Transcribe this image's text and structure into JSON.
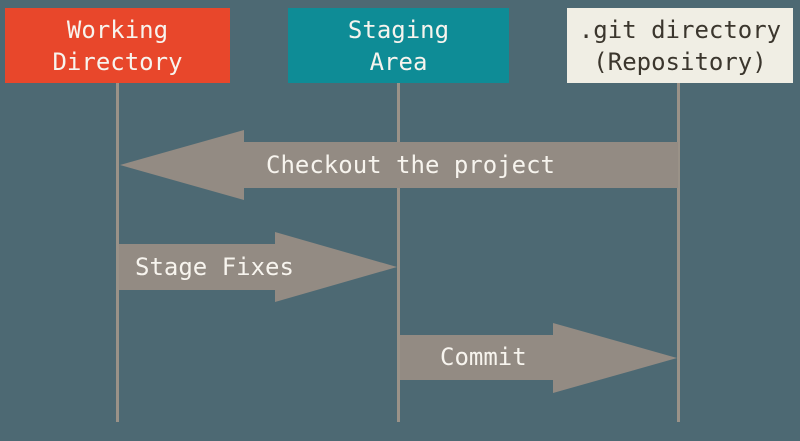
{
  "colors": {
    "background": "#4D6973",
    "working_directory_box": "#E8472B",
    "staging_area_box": "#0E8C96",
    "git_directory_box": "#F0EEE4",
    "git_directory_text": "#3B362D",
    "box_text_light": "#F7F4EE",
    "arrow_fill": "#938B83",
    "arrow_text": "#F7F4EE",
    "lifeline": "#9A9288"
  },
  "columns": [
    {
      "id": "working-directory",
      "line1": "Working",
      "line2": "Directory"
    },
    {
      "id": "staging-area",
      "line1": "Staging",
      "line2": "Area"
    },
    {
      "id": "git-directory",
      "line1": ".git directory",
      "line2": "(Repository)"
    }
  ],
  "arrows": [
    {
      "id": "checkout",
      "label": "Checkout the project",
      "direction": "left",
      "from": "git-directory",
      "to": "working-directory"
    },
    {
      "id": "stage",
      "label": "Stage Fixes",
      "direction": "right",
      "from": "working-directory",
      "to": "staging-area"
    },
    {
      "id": "commit",
      "label": "Commit",
      "direction": "right",
      "from": "staging-area",
      "to": "git-directory"
    }
  ]
}
